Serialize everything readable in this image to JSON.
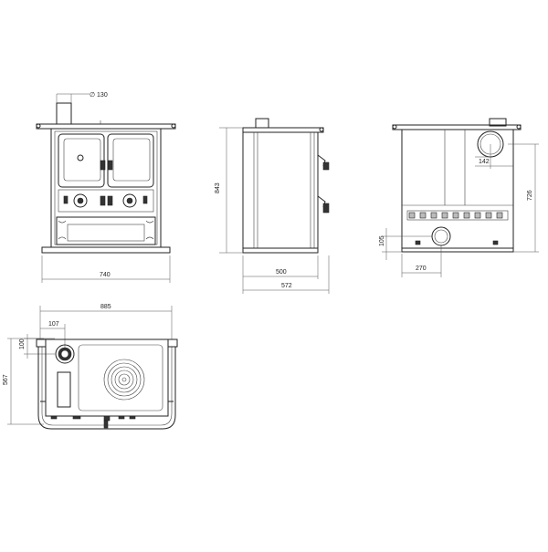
{
  "dimensions": {
    "flue_diameter": "∅ 130",
    "front_width": "740",
    "height_total": "843",
    "side_depth_body": "500",
    "side_depth_total": "572",
    "rear_flue_offset": "142",
    "rear_flue_height": "726",
    "rear_bottom_height": "105",
    "rear_bottom_offset": "270",
    "top_width": "885",
    "top_flue_x": "107",
    "top_flue_y": "100",
    "top_depth": "567"
  },
  "colors": {
    "line": "#222222",
    "background": "#ffffff"
  }
}
